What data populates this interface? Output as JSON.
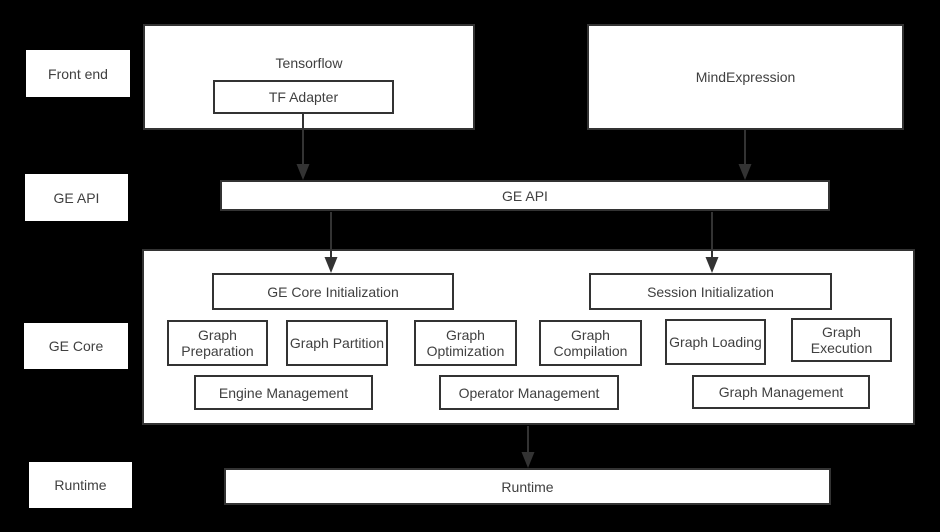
{
  "diagram": {
    "side_labels": {
      "front_end": "Front end",
      "ge_api": "GE API",
      "ge_core": "GE Core",
      "runtime": "Runtime"
    },
    "nodes": {
      "tensorflow": "Tensorflow",
      "tf_adapter": "TF Adapter",
      "mind_expression": "MindExpression",
      "ge_api_bar": "GE API",
      "ge_core_initialization": "GE Core Initialization",
      "session_initialization": "Session Initialization",
      "graph_preparation": "Graph Preparation",
      "graph_partition": "Graph Partition",
      "graph_optimization": "Graph Optimization",
      "graph_compilation": "Graph Compilation",
      "graph_loading": "Graph Loading",
      "graph_execution": "Graph Execution",
      "engine_management": "Engine Management",
      "operator_management": "Operator Management",
      "graph_management": "Graph Management",
      "runtime_bar": "Runtime"
    },
    "colors": {
      "background": "#000000",
      "box_fill": "#ffffff",
      "box_border": "#333333",
      "text": "#404040",
      "arrow": "#333333"
    }
  }
}
